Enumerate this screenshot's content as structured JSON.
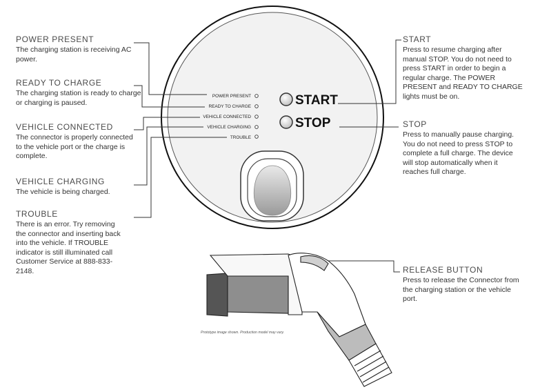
{
  "callouts": {
    "power_present": {
      "title": "POWER PRESENT",
      "desc": "The charging station is receiving AC power."
    },
    "ready_to_charge": {
      "title": "READY TO CHARGE",
      "desc": "The charging station is ready to charge or charging is paused."
    },
    "vehicle_connected": {
      "title": "VEHICLE CONNECTED",
      "desc": "The connector is properly connected to the vehicle port or the charge is complete."
    },
    "vehicle_charging": {
      "title": "VEHICLE CHARGING",
      "desc": "The vehicle is being charged."
    },
    "trouble": {
      "title": "TROUBLE",
      "desc": "There is an error. Try removing the connector and inserting back into the vehicle. If TROUBLE indicator is still illuminated call Customer Service at 888-833-2148."
    },
    "start": {
      "title": "START",
      "desc": "Press to resume charging after manual STOP. You do not need to press START in order to begin a regular charge. The POWER PRESENT and READY TO CHARGE lights must be on."
    },
    "stop": {
      "title": "STOP",
      "desc": "Press to manually pause charging. You do not need to press STOP to complete a full charge. The device will stop automatically when it reaches full charge."
    },
    "release_button": {
      "title": "RELEASE BUTTON",
      "desc": "Press to release the Connector from the charging station or the vehicle port."
    }
  },
  "panel": {
    "indicators": [
      "POWER PRESENT",
      "READY TO CHARGE",
      "VEHICLE CONNECTED",
      "VEHICLE CHARGING",
      "TROUBLE"
    ],
    "start_label": "START",
    "stop_label": "STOP"
  },
  "caption": "Prototype image shown. Production model may vary."
}
